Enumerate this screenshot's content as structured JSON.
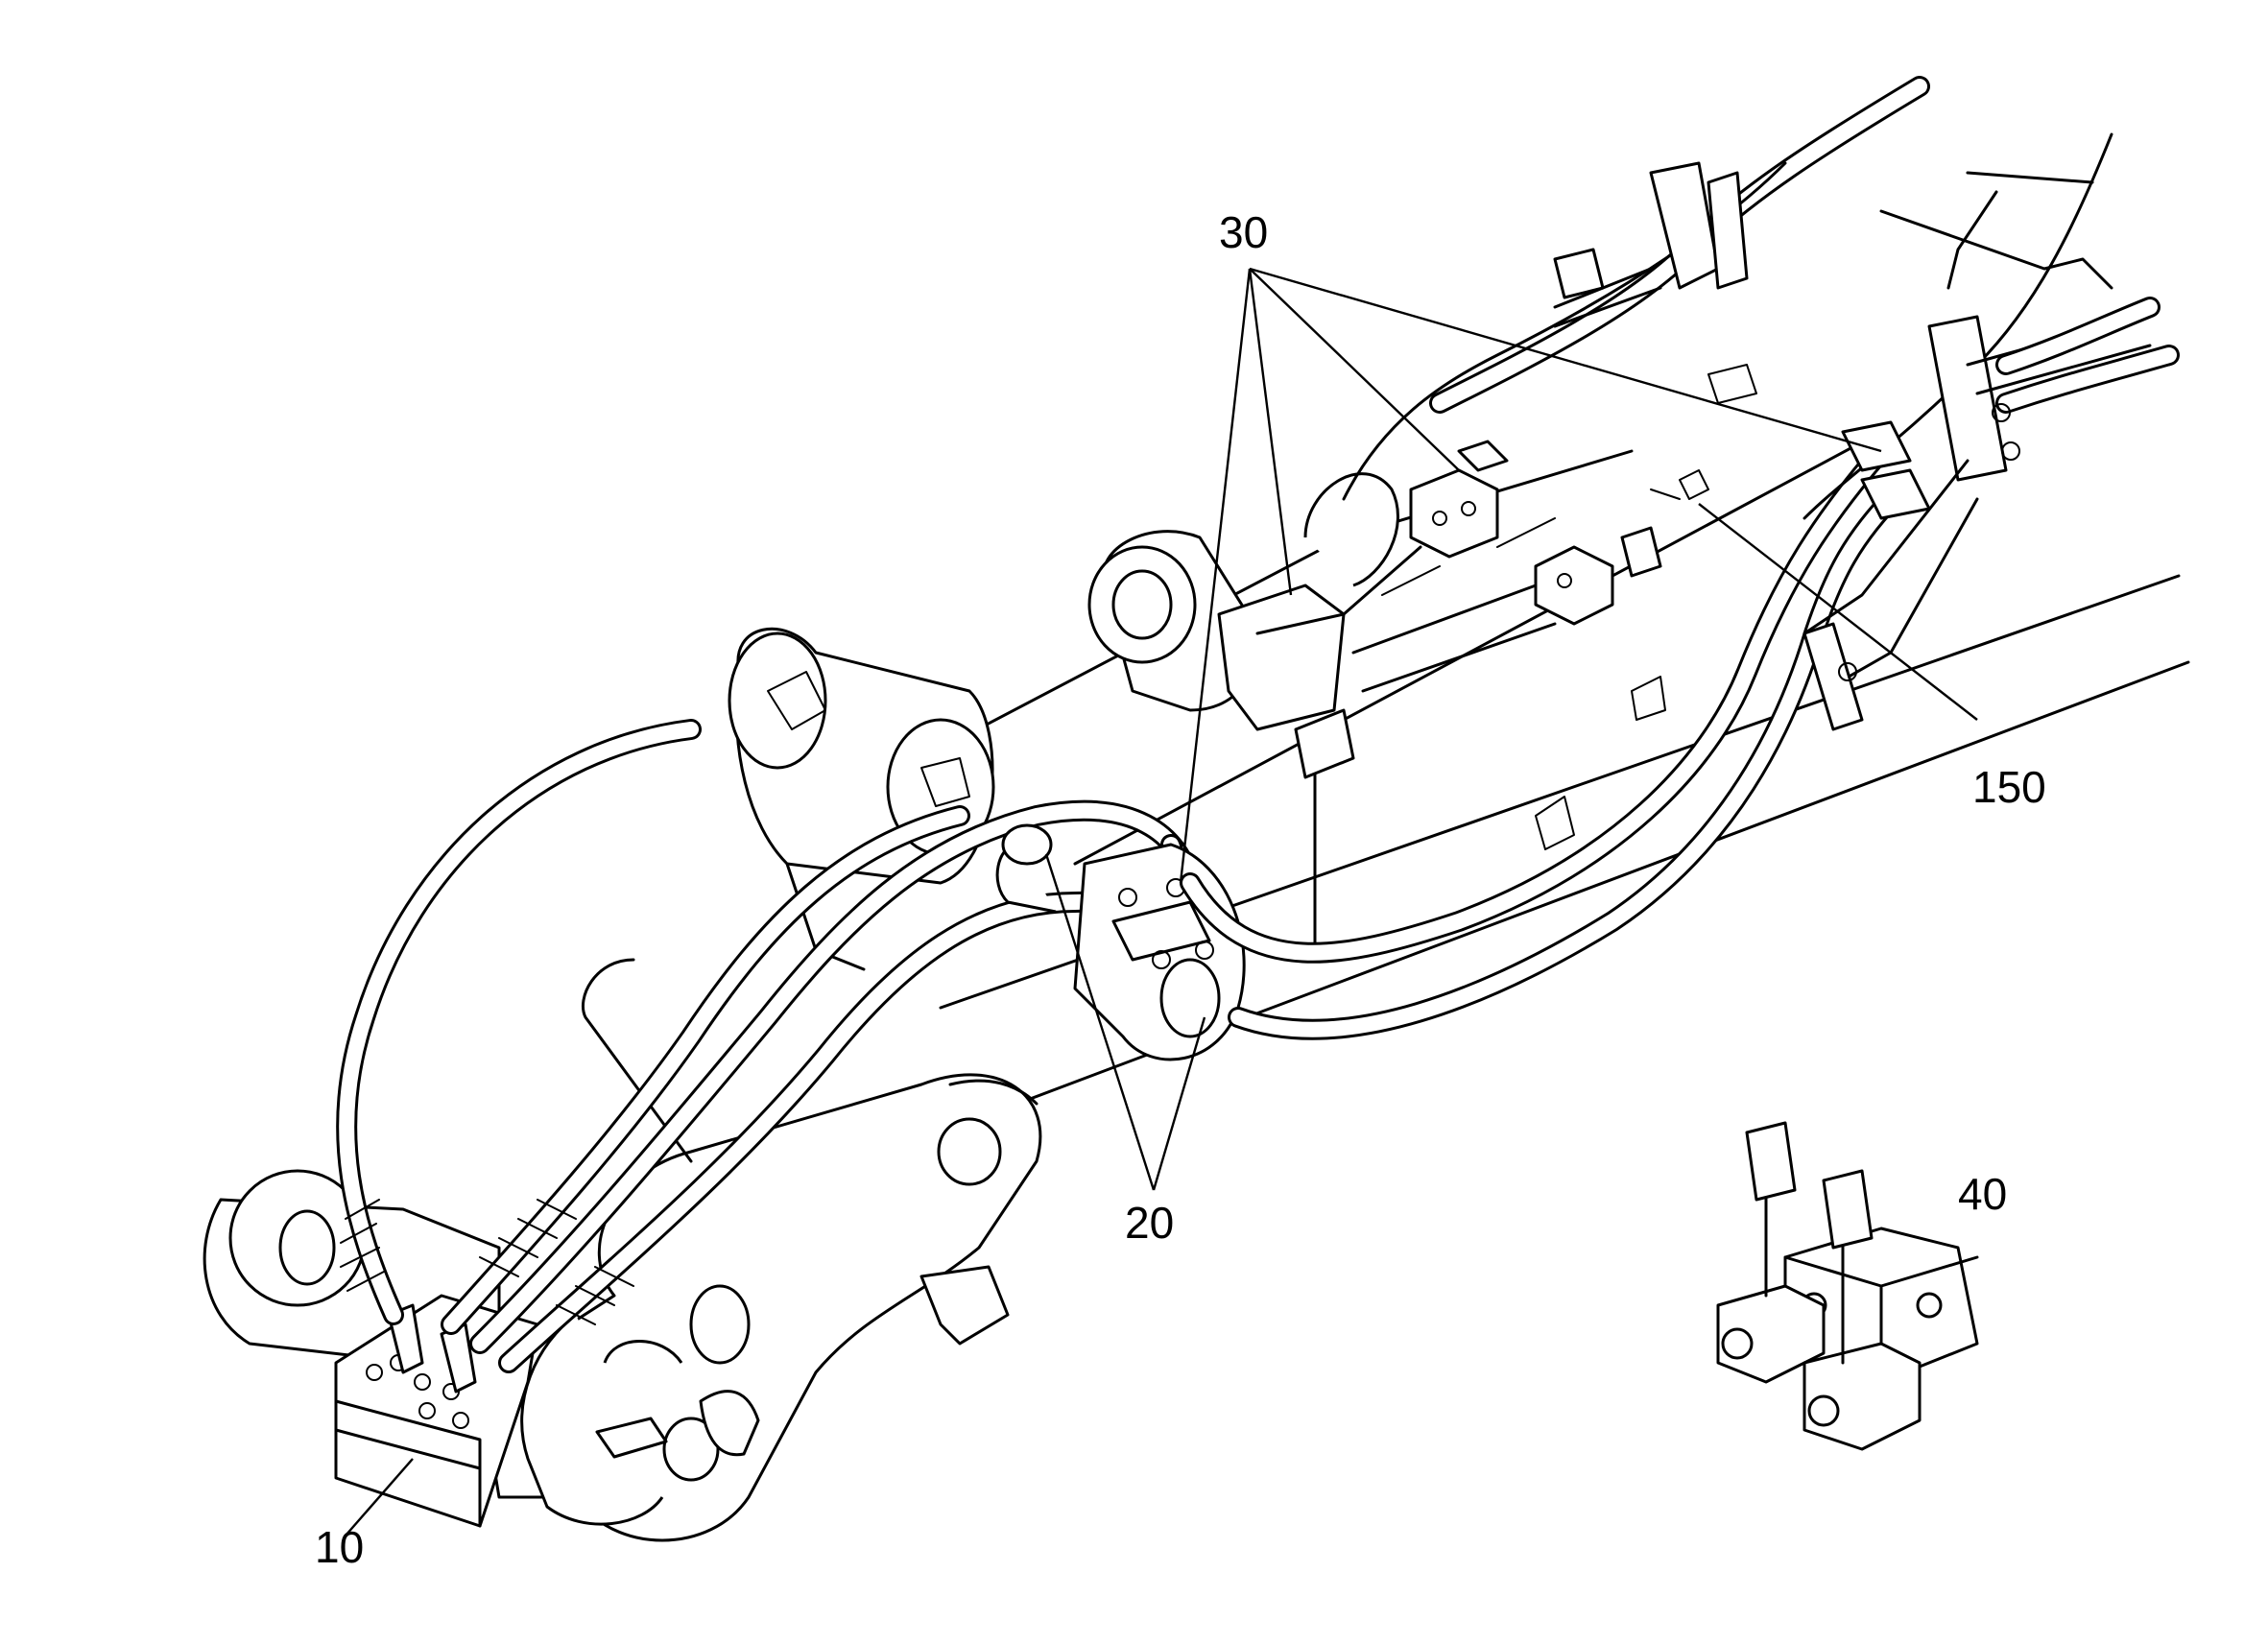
{
  "diagram": {
    "callouts": [
      {
        "id": "c10",
        "label": "10"
      },
      {
        "id": "c20",
        "label": "20"
      },
      {
        "id": "c30",
        "label": "30"
      },
      {
        "id": "c40",
        "label": "40"
      },
      {
        "id": "c150",
        "label": "150"
      }
    ],
    "colors": {
      "line": "#000000",
      "background": "#ffffff"
    }
  }
}
